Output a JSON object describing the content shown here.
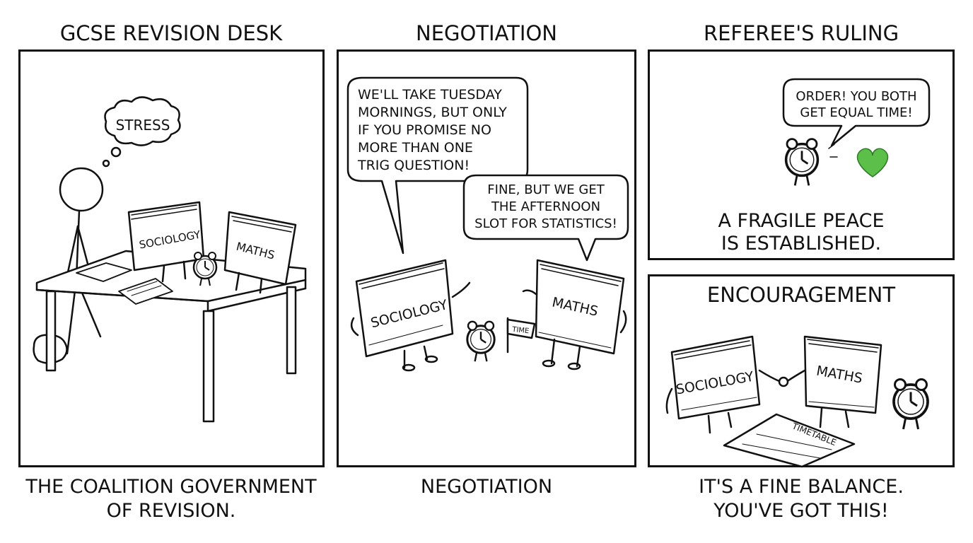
{
  "panels": {
    "desk": {
      "title": "GCSE REVISION DESK",
      "thought": "STRESS",
      "book_left": "SOCIOLOGY",
      "book_right": "MATHS",
      "caption_line1": "THE COALITION GOVERNMENT",
      "caption_line2": "OF REVISION."
    },
    "negotiation": {
      "title": "NEGOTIATION",
      "speech_left": [
        "WE'LL TAKE TUESDAY",
        "MORNINGS, BUT ONLY",
        "IF YOU PROMISE NO",
        "MORE THAN ONE",
        "TRIG QUESTION!"
      ],
      "speech_right": [
        "FINE, BUT WE GET",
        "THE AFTERNOON",
        "SLOT FOR STATISTICS!"
      ],
      "book_left": "SOCIOLOGY",
      "book_right": "MATHS",
      "flag": "TIME",
      "caption": "NEGOTIATION"
    },
    "ruling": {
      "title": "REFEREE'S RULING",
      "speech": [
        "ORDER! YOU BOTH",
        "GET EQUAL TIME!"
      ],
      "text_line1": "A FRAGILE PEACE",
      "text_line2": "IS ESTABLISHED.",
      "heart_color": "#5cbf4a"
    },
    "encouragement": {
      "title": "ENCOURAGEMENT",
      "book_left": "SOCIOLOGY",
      "book_right": "MATHS",
      "timetable": "TIMETABLE",
      "caption_line1": "IT'S A FINE BALANCE.",
      "caption_line2": "YOU'VE GOT THIS!"
    }
  }
}
